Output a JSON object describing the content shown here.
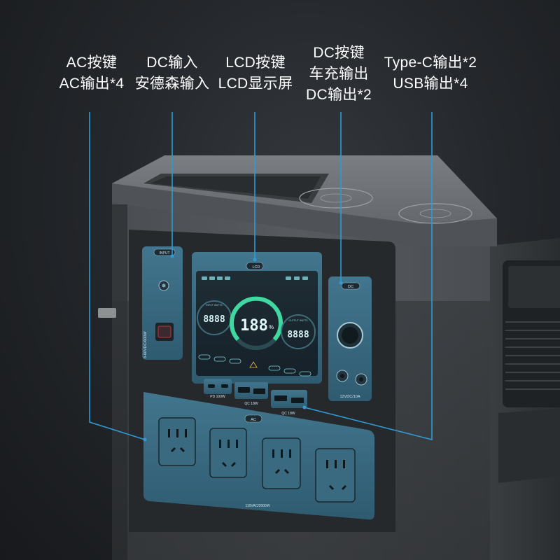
{
  "callouts": [
    {
      "id": "ac",
      "lines": [
        "AC按键",
        "AC输出*4"
      ]
    },
    {
      "id": "dc-in",
      "lines": [
        "DC输入",
        "安德森输入"
      ]
    },
    {
      "id": "lcd",
      "lines": [
        "LCD按键",
        "LCD显示屏"
      ]
    },
    {
      "id": "dc-out",
      "lines": [
        "DC按键",
        "车充输出",
        "DC输出*2"
      ]
    },
    {
      "id": "usb",
      "lines": [
        "Type-C输出*2",
        "USB输出*4"
      ]
    }
  ],
  "device": {
    "input_button": "INPUT",
    "lcd_button": "LCD",
    "dc_button": "DC",
    "ac_button": "AC",
    "input_spec": "8-60VDC/600W",
    "dc_spec": "12VDC/10A",
    "ac_spec": "110VAC/2000W",
    "port_labels": [
      "PD 100W",
      "QC 18W",
      "QC 18W"
    ],
    "display": {
      "input_caption": "INPUT WATTS",
      "input_value": "8888",
      "output_caption": "OUTPUT WATTS",
      "output_value": "8888",
      "battery_value": "188",
      "battery_unit": "%"
    }
  },
  "colors": {
    "accent": "#2e9bd6",
    "highlight": "#3d6f86",
    "body_dark": "#2b2e31",
    "body_gray": "#5a5e62"
  }
}
